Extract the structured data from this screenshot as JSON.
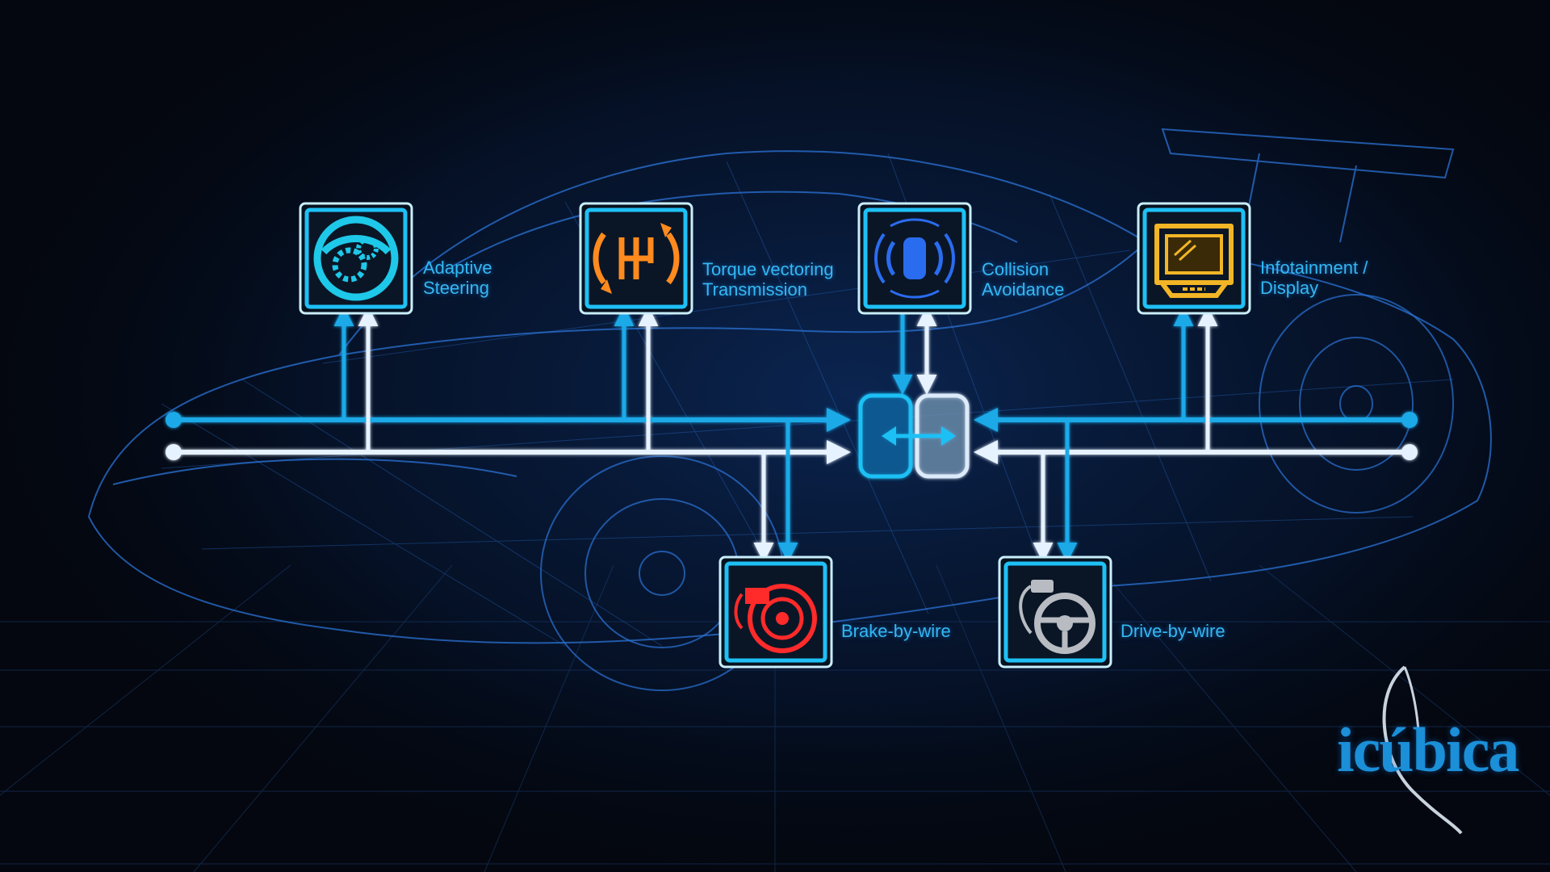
{
  "nodes": [
    {
      "id": "adaptive-steering",
      "label_lines": [
        "Adaptive",
        "Steering"
      ],
      "icon": "steering-wheel-gears-icon",
      "color": "#1ec8e8"
    },
    {
      "id": "torque-vectoring",
      "label_lines": [
        "Torque vectoring",
        "Transmission"
      ],
      "icon": "gear-shift-icon",
      "color": "#ff8a1e"
    },
    {
      "id": "collision-avoidance",
      "label_lines": [
        "Collision",
        "Avoidance"
      ],
      "icon": "radar-car-icon",
      "color": "#2a6cf0"
    },
    {
      "id": "infotainment",
      "label_lines": [
        "Infotainment /",
        "Display"
      ],
      "icon": "display-screen-icon",
      "color": "#f2b526"
    },
    {
      "id": "brake-by-wire",
      "label_lines": [
        "Brake-by-wire"
      ],
      "icon": "brake-disc-icon",
      "color": "#ff2a2a"
    },
    {
      "id": "drive-by-wire",
      "label_lines": [
        "Drive-by-wire"
      ],
      "icon": "steering-wheel-plug-icon",
      "color": "#b8bcc2"
    }
  ],
  "bus_colors": {
    "bus_a": "#1aa9e8",
    "bus_b": "#e6f2ff"
  },
  "logo": {
    "text": "icúbica"
  }
}
